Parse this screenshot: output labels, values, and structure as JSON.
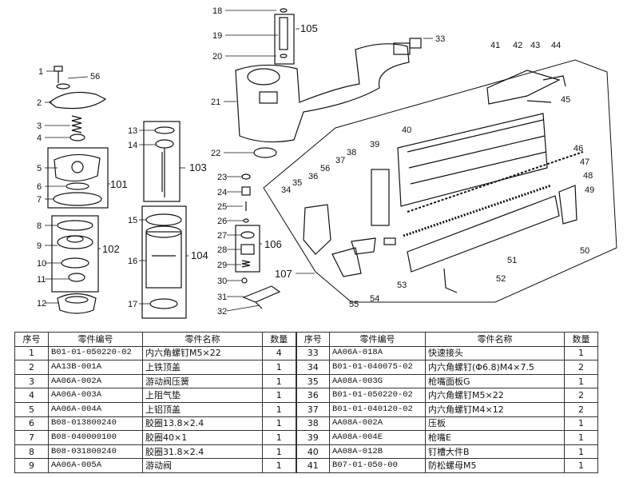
{
  "diagram": {
    "callouts": [
      "18",
      "19",
      "105",
      "20",
      "33",
      "1",
      "56",
      "41",
      "42",
      "43",
      "44",
      "2",
      "21",
      "45",
      "3",
      "4",
      "13",
      "14",
      "40",
      "103",
      "22",
      "46",
      "38",
      "39",
      "37",
      "47",
      "5",
      "56",
      "36",
      "48",
      "6",
      "101",
      "23",
      "35",
      "24",
      "34",
      "49",
      "7",
      "25",
      "26",
      "8",
      "102",
      "15",
      "27",
      "106",
      "50",
      "9",
      "16",
      "28",
      "104",
      "51",
      "10",
      "29",
      "11",
      "30",
      "107",
      "52",
      "53",
      "12",
      "17",
      "31",
      "55",
      "54",
      "32"
    ]
  },
  "table": {
    "headers": [
      "序号",
      "零件编号",
      "零件名称",
      "数量",
      "序号",
      "零件编号",
      "零件名称",
      "数量"
    ],
    "rows": [
      [
        "1",
        "B01-01-050220-02",
        "内六角螺钉M5×22",
        "4",
        "33",
        "AA06A-018A",
        "快速接头",
        "1"
      ],
      [
        "2",
        "AA13B-001A",
        "上铁顶盖",
        "1",
        "34",
        "B01-01-040075-02",
        "内六角螺钉(Φ6.8)M4×7.5",
        "2"
      ],
      [
        "3",
        "AA06A-002A",
        "游动阀压簧",
        "1",
        "35",
        "AA08A-003G",
        "枪嘴面板G",
        "1"
      ],
      [
        "4",
        "AA06A-003A",
        "上阻气垫",
        "1",
        "36",
        "B01-01-050220-02",
        "内六角螺钉M5×22",
        "2"
      ],
      [
        "5",
        "AA06A-004A",
        "上铝顶盖",
        "1",
        "37",
        "B01-01-040120-02",
        "内六角螺钉M4×12",
        "2"
      ],
      [
        "6",
        "B08-013800240",
        "胶圈13.8×2.4",
        "1",
        "38",
        "AA08A-002A",
        "压板",
        "1"
      ],
      [
        "7",
        "B08-040000100",
        "胶圈40×1",
        "1",
        "39",
        "AA08A-004E",
        "枪嘴E",
        "1"
      ],
      [
        "8",
        "B08-031800240",
        "胶圈31.8×2.4",
        "1",
        "40",
        "AA08A-012B",
        "钉槽大件B",
        "1"
      ],
      [
        "9",
        "AA06A-005A",
        "游动阀",
        "1",
        "41",
        "B07-01-050-00",
        "防松螺母M5",
        "1"
      ]
    ]
  }
}
